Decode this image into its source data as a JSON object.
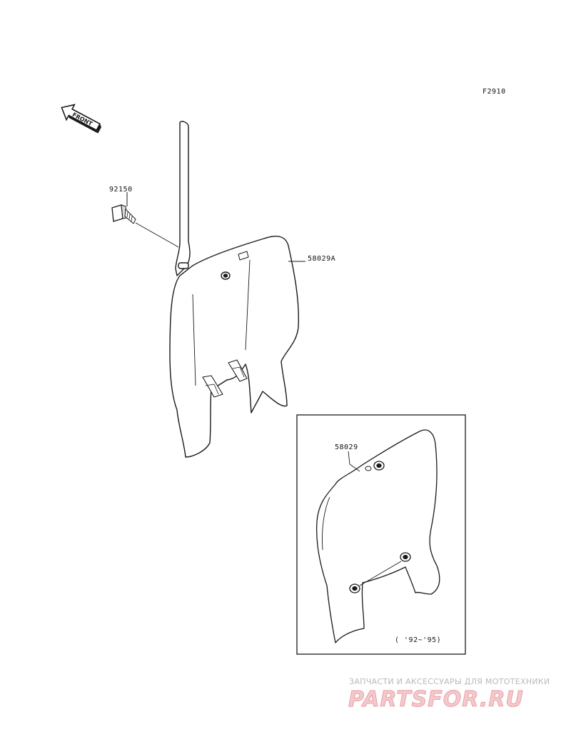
{
  "figure_code": "F2910",
  "front_arrow_text": "FRONT",
  "parts": {
    "bolt": "92150",
    "plate_main": "58029A",
    "plate_inset": "58029"
  },
  "inset_years": "( '92~'95)",
  "watermark": {
    "tagline": "ЗАПЧАСТИ И АКСЕССУАРЫ ДЛЯ МОТОТЕХНИКИ",
    "logo_text": "PARTSFOR.RU",
    "colors": {
      "logo_fill": "#f3c9cc",
      "logo_stroke": "#e9a2a8",
      "tagline": "#b9b9b9"
    }
  },
  "line_color": "#1a1a1a"
}
